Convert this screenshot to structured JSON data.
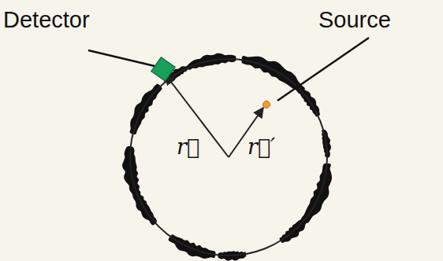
{
  "diagram": {
    "labels": [
      "Detector",
      "Source",
      "r⃗",
      "r⃗′"
    ]
  }
}
